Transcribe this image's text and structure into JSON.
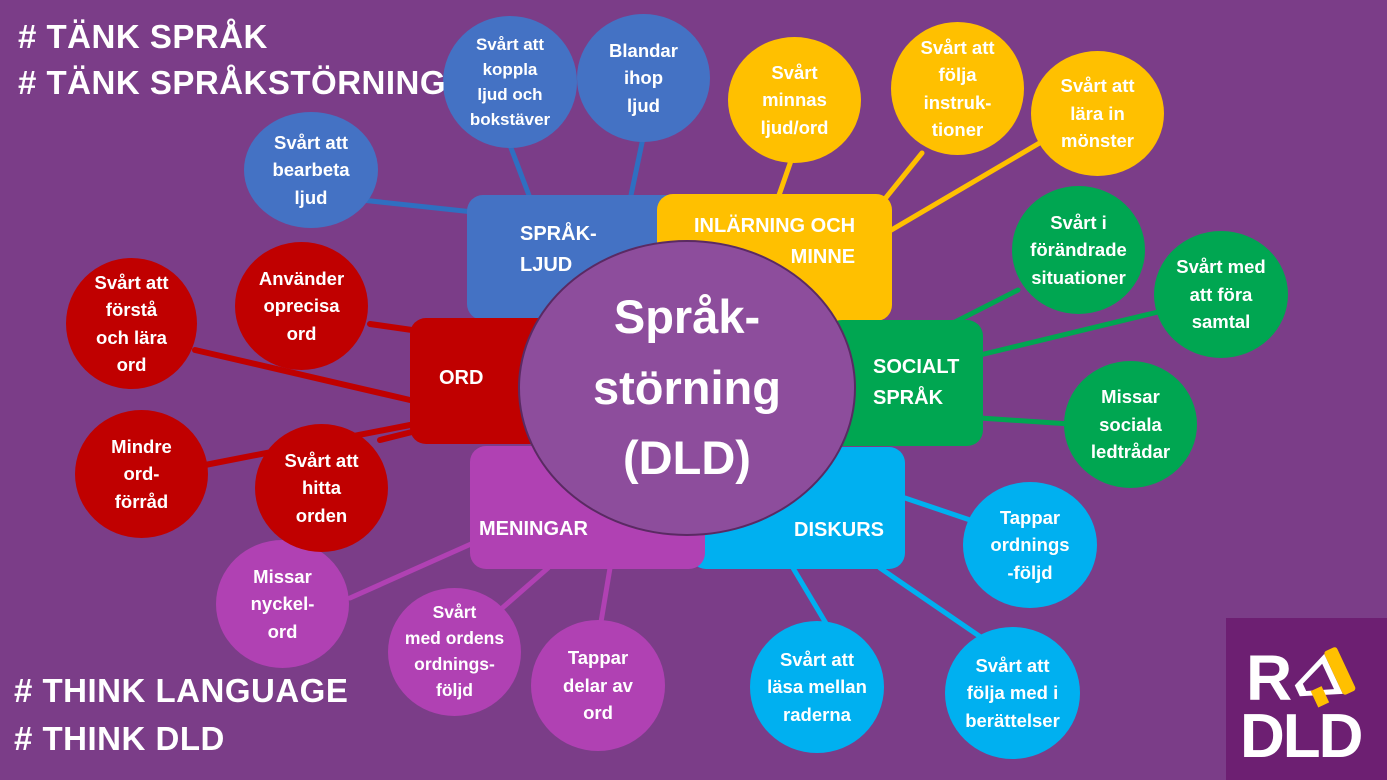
{
  "hashtags": {
    "sv_line1": "# TÄNK SPRÅK",
    "sv_line2": "# TÄNK SPRÅKSTÖRNING",
    "en_line1": "# THINK LANGUAGE",
    "en_line2": "# THINK DLD"
  },
  "center": {
    "label": "Språk-\nstörning\n(DLD)"
  },
  "categories": {
    "spraakljud": "SPRÅK-\nLJUD",
    "inlarning": "INLÄRNING OCH\nMINNE",
    "socialt": "SOCIALT\nSPRÅK",
    "diskurs": "DISKURS",
    "meningar": "MENINGAR",
    "ord": "ORD"
  },
  "bubbles": {
    "bearbeta_ljud": "Svårt att\nbearbeta\nljud",
    "koppla_ljud": "Svårt att\nkoppla\nljud och\nbokstäver",
    "blandar_ljud": "Blandar\nihop\nljud",
    "minnas": "Svårt\nminnas\nljud/ord",
    "instruktioner": "Svårt att\nfölja\ninstruk-\ntioner",
    "monster": "Svårt att\nlära in\nmönster",
    "situationer": "Svårt i\nförändrade\nsituationer",
    "samtal": "Svårt med\natt föra\nsamtal",
    "ledtradar": "Missar\nsociala\nledtrådar",
    "ordningsfoljd": "Tappar\nordnings\n-följd",
    "berattelser": "Svårt att\nfölja med i\nberättelser",
    "mellan_raderna": "Svårt att\nläsa mellan\nraderna",
    "delar_av_ord": "Tappar\ndelar av\nord",
    "ordens_ordning": "Svårt\nmed ordens\nordnings-\nföljd",
    "nyckelord": "Missar\nnyckel-\nord",
    "hitta_orden": "Svårt att\nhitta\norden",
    "ordforrad": "Mindre\nord-\nförråd",
    "forsta_ord": "Svårt att\nförstå\noch lära\nord",
    "oprecisa": "Använder\noprecisa\nord"
  },
  "logo": {
    "top": "R",
    "bottom": "DLD"
  },
  "colors": {
    "background": "#7b3d88",
    "center": "#8d4d9c",
    "blue": "#4472c4",
    "yellow": "#ffc000",
    "green": "#00a651",
    "cyan": "#00b0f0",
    "magenta": "#b041b3",
    "red": "#c00000",
    "logo_bg": "#6d1f72",
    "logo_accent": "#ffc000"
  }
}
